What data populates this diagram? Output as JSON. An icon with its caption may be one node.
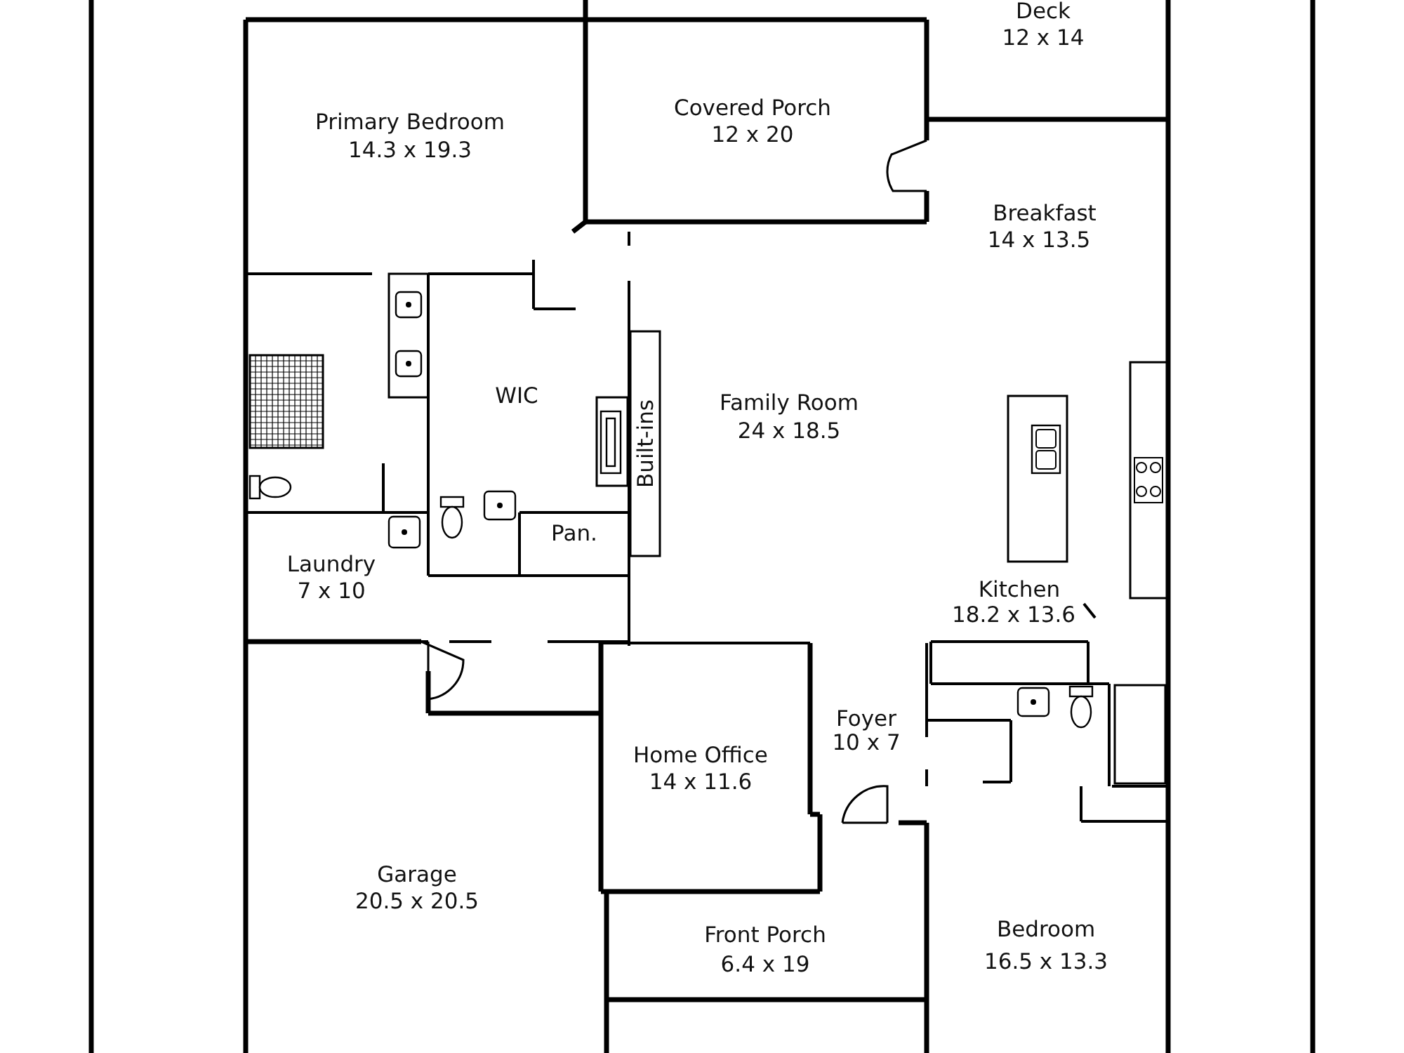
{
  "diagram": {
    "labels": [
      "Deck",
      "12 x 14",
      "Covered Porch",
      "12 x 20",
      "Primary Bedroom",
      "14.3 x 19.3",
      "Breakfast",
      "14 x 13.5",
      "WIC",
      "Family Room",
      "24 x 18.5",
      "Built-ins",
      "Pan.",
      "Laundry",
      "7 x 10",
      "Kitchen",
      "18.2 x 13.6",
      "Foyer",
      "10 x 7",
      "Home Office",
      "14 x 11.6",
      "Garage",
      "20.5 x 20.5",
      "Bedroom",
      "16.5 x 13.3",
      "Front Porch",
      "6.4 x 19"
    ]
  }
}
